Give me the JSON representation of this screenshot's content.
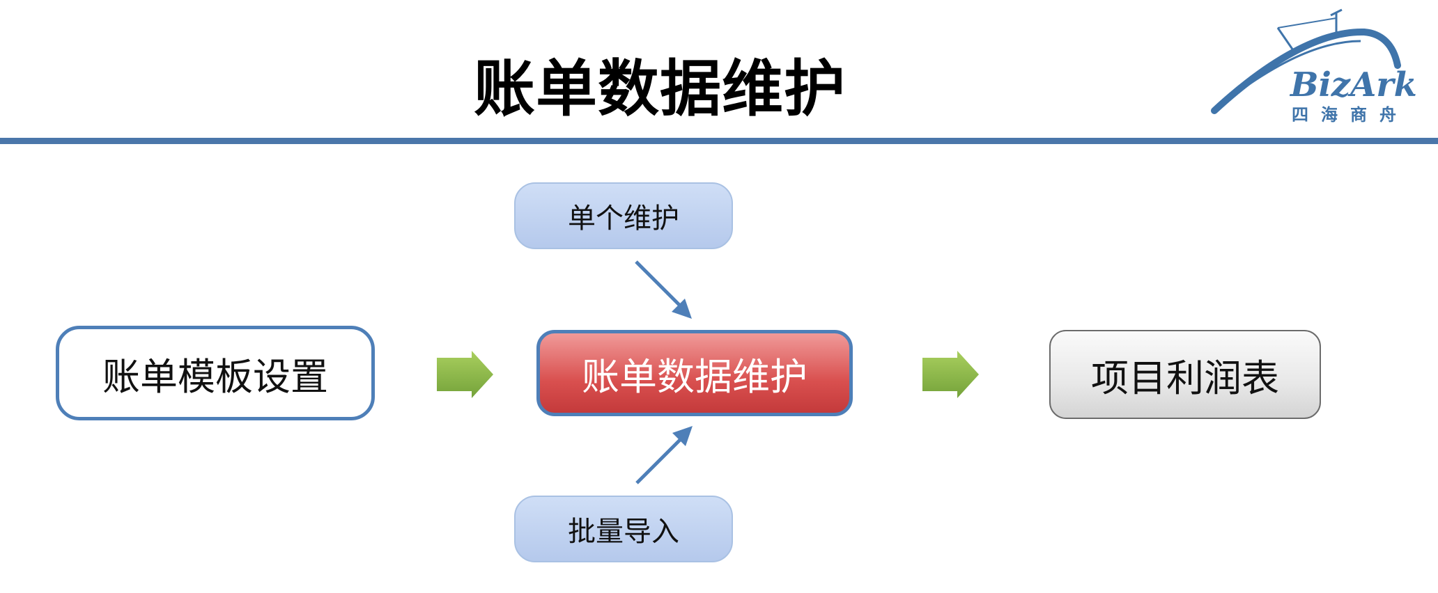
{
  "header": {
    "title": "账单数据维护",
    "logo": {
      "brand": "BizArk",
      "subtitle": "四海商舟",
      "color": "#3f74aa"
    },
    "rule_color": "#4a76aa"
  },
  "flow": {
    "nodes": {
      "template": {
        "label": "账单模板设置"
      },
      "center": {
        "label": "账单数据维护"
      },
      "profit": {
        "label": "项目利润表"
      },
      "single": {
        "label": "单个维护"
      },
      "batch": {
        "label": "批量导入"
      }
    },
    "colors": {
      "green_arrow": "#8cb84a",
      "blue_arrow": "#4e7fb8",
      "center_fill": "#d9504f",
      "border_blue": "#4e7fb8"
    }
  }
}
